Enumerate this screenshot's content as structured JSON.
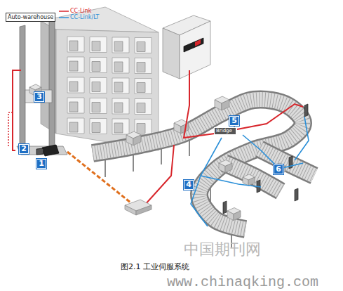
{
  "diagram": {
    "caption": "图2.1 工业伺服系统",
    "nodes": [
      {
        "text": [
          "Auto-warehouse"
        ]
      },
      {
        "text": [
          "Bridge"
        ]
      }
    ],
    "labels": [
      "1",
      "2",
      "3",
      "4",
      "5",
      "6",
      "中国期刊网",
      "www.chinaqking.com"
    ],
    "legend": [
      {
        "text": "CC-Link"
      },
      {
        "text": "CC-Link/LT"
      }
    ]
  }
}
